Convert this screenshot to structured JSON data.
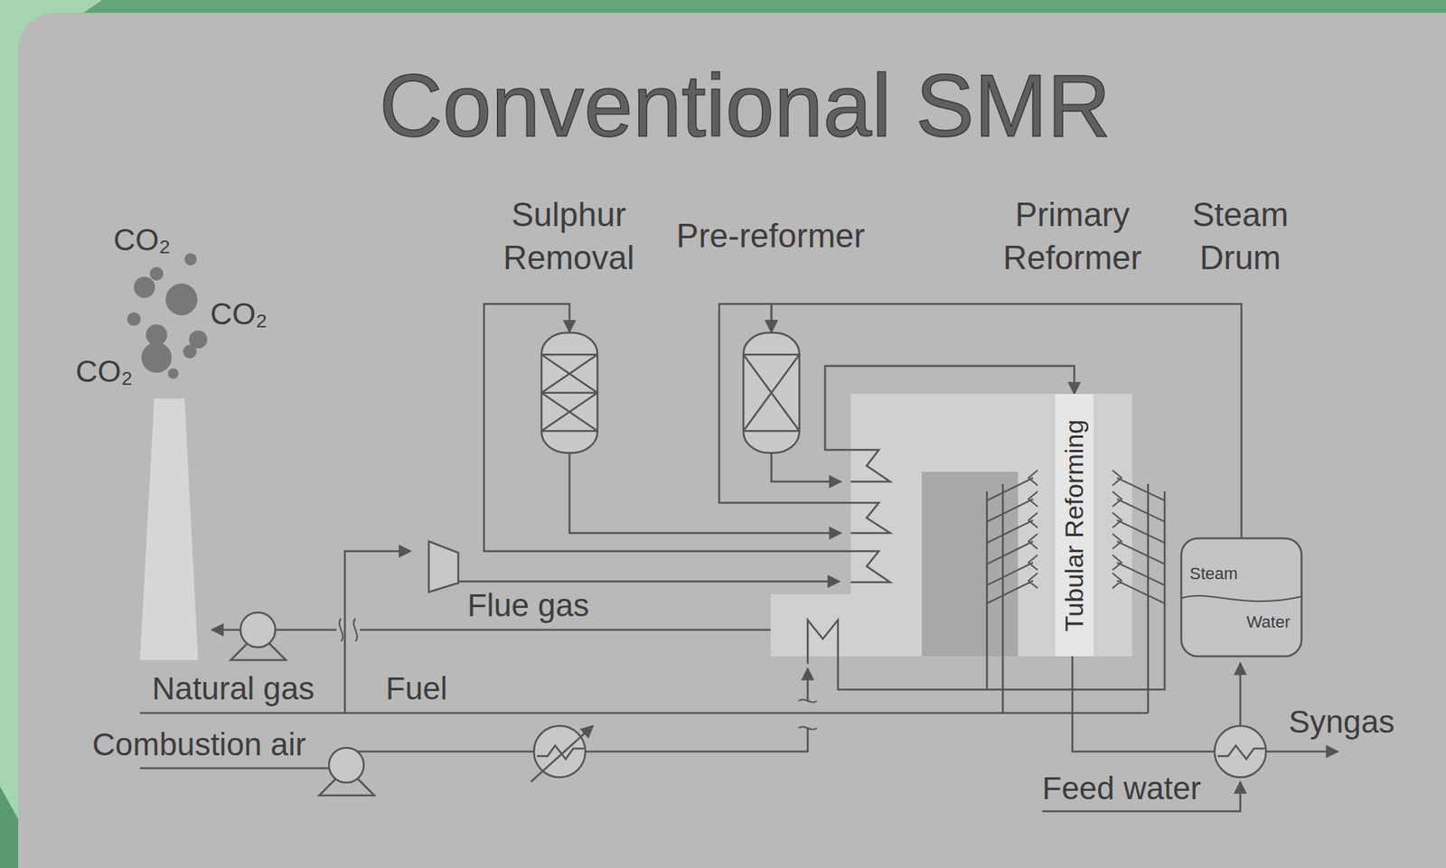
{
  "diagram": {
    "title": "Conventional SMR",
    "nodes": [
      {
        "text": [
          "Sulphur Removal"
        ]
      },
      {
        "text": [
          "Pre-reformer"
        ]
      },
      {
        "text": [
          "Primary Reformer"
        ]
      },
      {
        "text": [
          "Tubular Reforming"
        ],
        "in": 2
      },
      {
        "text": [
          "Steam Drum",
          "Steam",
          "Water"
        ]
      }
    ],
    "edges": [
      {
        "from": 0,
        "to": 2,
        "arrow": "to"
      },
      {
        "from": 1,
        "to": 2,
        "arrow": "to"
      },
      {
        "from": 2,
        "to": 0,
        "arrow": "to"
      },
      {
        "from": 2,
        "to": 1,
        "arrow": "to"
      },
      {
        "from": 2,
        "to": 3,
        "arrow": "to"
      },
      {
        "from": 4,
        "to": 1,
        "arrow": "to"
      }
    ],
    "labels": [
      "CO₂",
      "CO₂",
      "CO₂",
      "Flue gas",
      "Natural gas",
      "Fuel",
      "Combustion air",
      "Syngas",
      "Feed water"
    ]
  }
}
